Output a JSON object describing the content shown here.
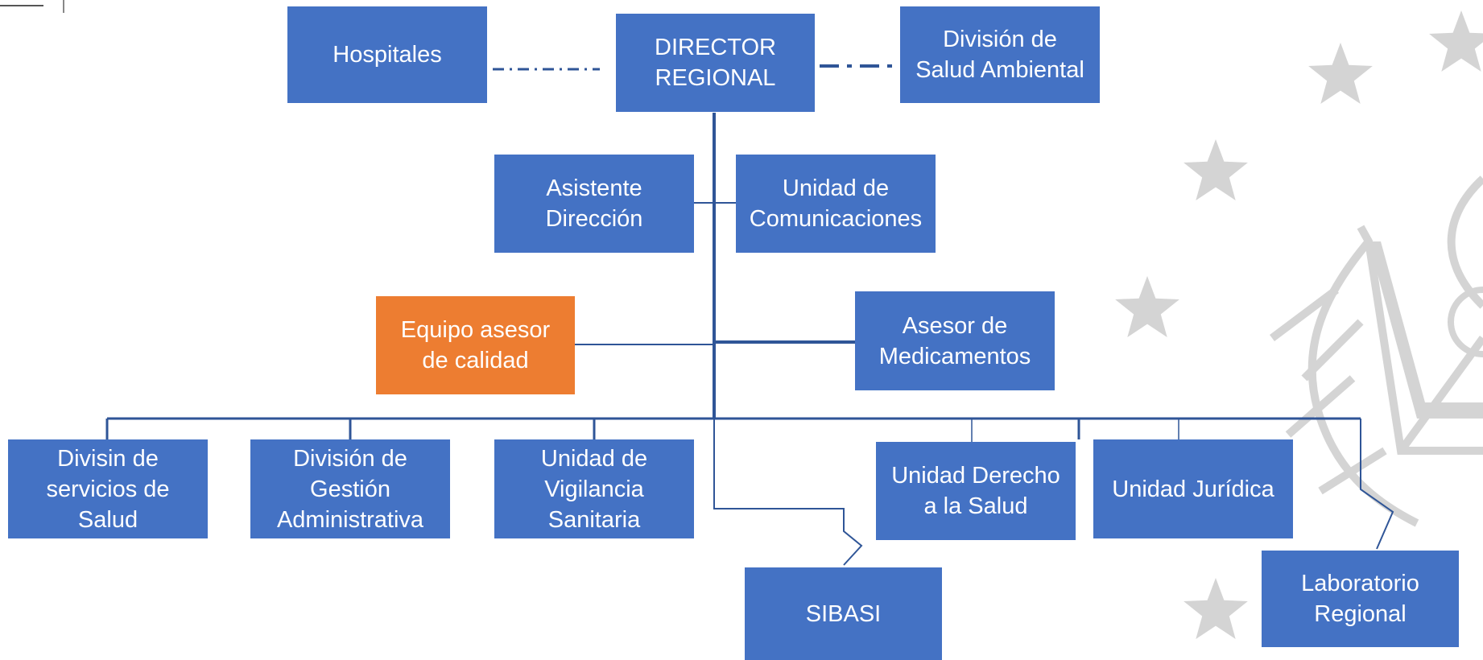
{
  "colors": {
    "box_fill": "#4472c4",
    "accent_fill": "#ed7d31",
    "box_text": "#ffffff",
    "connector": "#2f5597",
    "emblem": "#d4d4d4"
  },
  "decor": {
    "background_icons": [
      "star-icon",
      "coat-of-arms-icon"
    ]
  },
  "org_chart": {
    "director": "DIRECTOR\nREGIONAL",
    "dotted_links": {
      "left": "Hospitales",
      "right": "División de\nSalud Ambiental"
    },
    "staff": {
      "asistente": "Asistente\nDirección",
      "comunicaciones": "Unidad de\nComunicaciones",
      "equipo_calidad": "Equipo asesor\nde calidad",
      "medicamentos": "Asesor de\nMedicamentos"
    },
    "divisions": {
      "servicios_salud": "Divisin de\nservicios de\nSalud",
      "gestion_admin": "División de\nGestión\nAdministrativa",
      "vigilancia": "Unidad de\nVigilancia\nSanitaria",
      "derecho_salud": "Unidad Derecho\na la Salud",
      "juridica": "Unidad Jurídica",
      "sibasi": "SIBASI",
      "laboratorio": "Laboratorio\nRegional"
    }
  }
}
